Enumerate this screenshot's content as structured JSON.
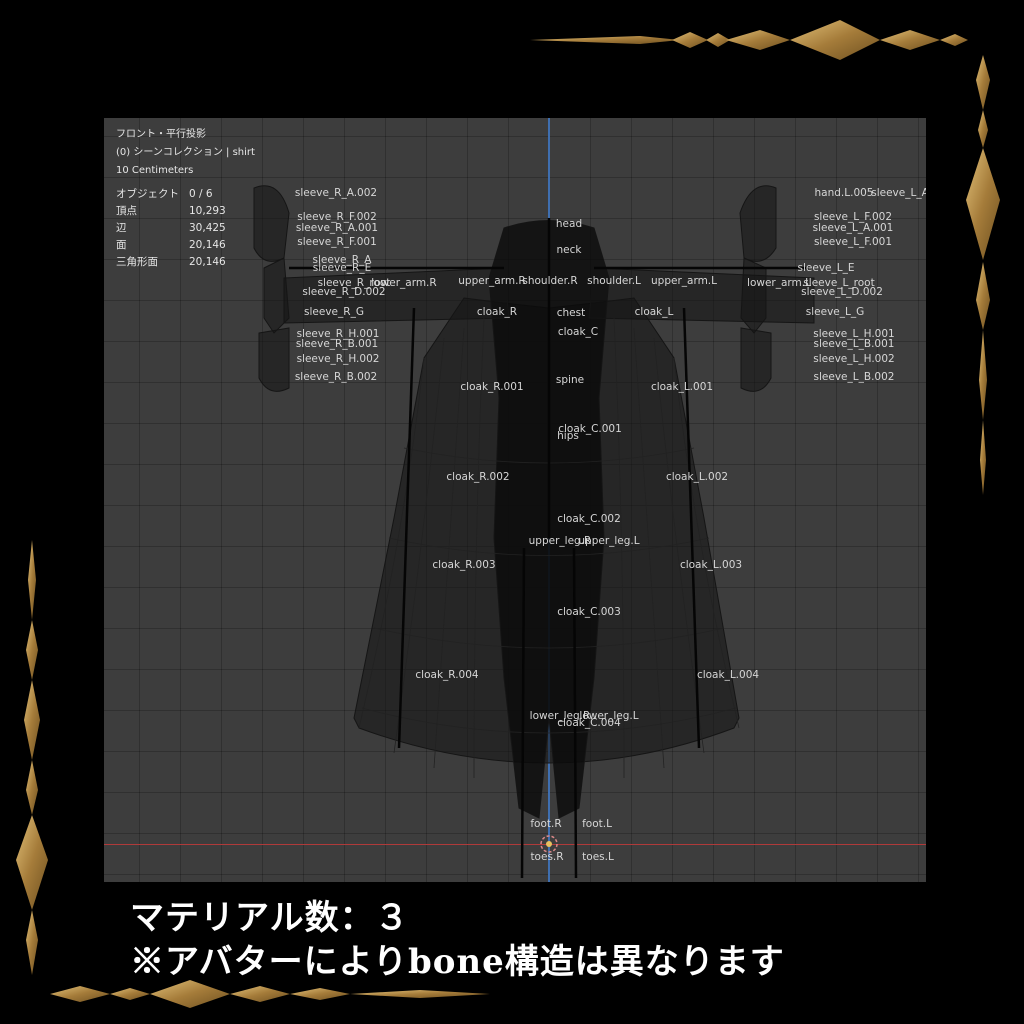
{
  "viewport": {
    "view_name": "フロント・平行投影",
    "collection": "(0) シーンコレクション | shirt",
    "scale": "10 Centimeters"
  },
  "stats": [
    {
      "label": "オブジェクト",
      "value": "0 / 6"
    },
    {
      "label": "頂点",
      "value": "10,293"
    },
    {
      "label": "辺",
      "value": "30,425"
    },
    {
      "label": "面",
      "value": "20,146"
    },
    {
      "label": "三角形面",
      "value": "20,146"
    }
  ],
  "bones": [
    "head",
    "neck",
    "shoulder.R",
    "shoulder.L",
    "upper_arm.R",
    "upper_arm.L",
    "lower_arm.R",
    "lower_arm.L",
    "chest",
    "cloak_R",
    "cloak_L",
    "cloak_C",
    "spine",
    "cloak_R.001",
    "cloak_L.001",
    "cloak_C.001",
    "hips",
    "cloak_R.002",
    "cloak_L.002",
    "cloak_C.002",
    "upper_leg.R",
    "upper_leg.L",
    "cloak_R.003",
    "cloak_L.003",
    "cloak_C.003",
    "cloak_R.004",
    "cloak_L.004",
    "lower_leg.R",
    "lower_leg.L",
    "cloak_C.004",
    "foot.R",
    "foot.L",
    "toes.R",
    "toes.L",
    "sleeve_R_A.002",
    "sleeve_R_F.002",
    "sleeve_R_A.001",
    "sleeve_R_F.001",
    "sleeve_R_A",
    "sleeve_R_E",
    "sleeve_R_root",
    "sleeve_R_D.002",
    "sleeve_R_G",
    "sleeve_R_H.001",
    "sleeve_R_B.001",
    "sleeve_R_H.002",
    "sleeve_R_B.002",
    "hand.L.005",
    "sleeve_L_A",
    "sleeve_L_F.002",
    "sleeve_L_A.001",
    "sleeve_L_F.001",
    "sleeve_L_E",
    "sleeve_L_root",
    "sleeve_L_D.002",
    "sleeve_L_G",
    "sleeve_L_H.001",
    "sleeve_L_B.001",
    "sleeve_L_H.002",
    "sleeve_L_B.002"
  ],
  "caption": {
    "line1": "マテリアル数：３",
    "line2": "※アバターによりbone構造は異なります"
  }
}
